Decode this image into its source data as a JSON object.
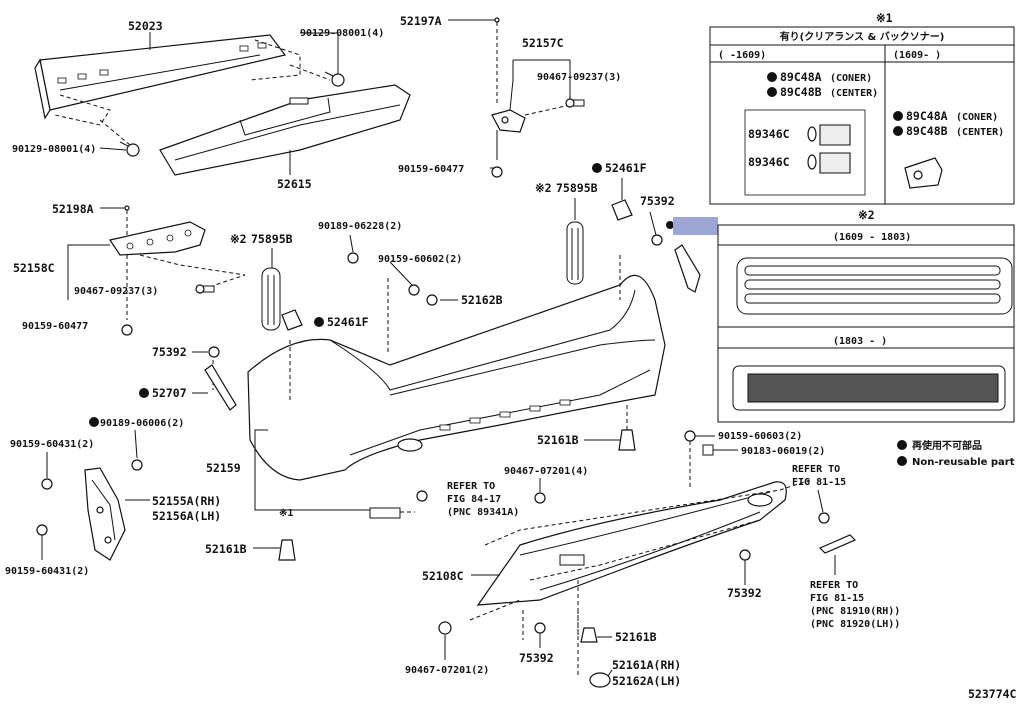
{
  "parts": {
    "p52023": "52023",
    "p90129a": "90129-08001(4)",
    "p90129b": "90129-08001(4)",
    "p52615": "52615",
    "p52197A": "52197A",
    "p52157C": "52157C",
    "p90467a": "90467-09237(3)",
    "p90159a": "90159-60477",
    "p52461Fa": "52461F",
    "p75895Ba": "75895B",
    "p75392a": "75392",
    "p52198A": "52198A",
    "p52158C": "52158C",
    "p90467b": "90467-09237(3)",
    "p90159b": "90159-60477",
    "p75895Bb": "75895B",
    "p52461Fb": "52461F",
    "p90189a": "90189-06228(2)",
    "p90159c": "90159-60602(2)",
    "p52162B": "52162B",
    "p75392b": "75392",
    "p52707": "52707",
    "p90189b": "90189-06006(2)",
    "p90159d": "90159-60431(2)",
    "p52159": "52159",
    "p52155A": "52155A(RH)",
    "p52156A": "52156A(LH)",
    "p52161Ba": "52161B",
    "p90159e": "90159-60431(2)",
    "p52161Bb": "52161B",
    "p90159f": "90159-60603(2)",
    "p90183": "90183-06019(2)",
    "p90467c": "90467-07201(4)",
    "p52108C": "52108C",
    "p75392c": "75392",
    "p75392d": "75392",
    "p52161Bc": "52161B",
    "p90467d": "90467-07201(2)",
    "p52161A": "52161A(RH)",
    "p52162A": "52162A(LH)",
    "p89346Ca": "89346C",
    "p89346Cb": "89346C",
    "p89C48A1": "89C48A",
    "p89C48B1": "89C48B",
    "p89C48A2": "89C48A",
    "p89C48B2": "89C48B"
  },
  "refer": {
    "fig84_1": "REFER TO",
    "fig84_2": "FIG 84-17",
    "fig84_3": "(PNC 89341A)",
    "fig81a_1": "REFER TO",
    "fig81a_2": "FIG 81-15",
    "fig81b_1": "REFER TO",
    "fig81b_2": "FIG 81-15",
    "fig81b_3": "(PNC 81910(RH))",
    "fig81b_4": "(PNC 81920(LH))"
  },
  "marks": {
    "note1": "※1",
    "note2": "※2",
    "star2a": "※2",
    "star2b": "※2",
    "star1": "※1"
  },
  "box1": {
    "title": "有り(クリアランス & バックソナー)",
    "col1": "(      -1609)",
    "col2": "(1609-      )",
    "coner1": "(CONER)",
    "center1": "(CENTER)",
    "coner2": "(CONER)",
    "center2": "(CENTER)"
  },
  "box2": {
    "range1": "(1609 - 1803)",
    "range2": "(1803 -      )"
  },
  "legend": {
    "jp": "再使用不可部品",
    "en": "Non-reusable part"
  },
  "diagram_id": "523774C"
}
